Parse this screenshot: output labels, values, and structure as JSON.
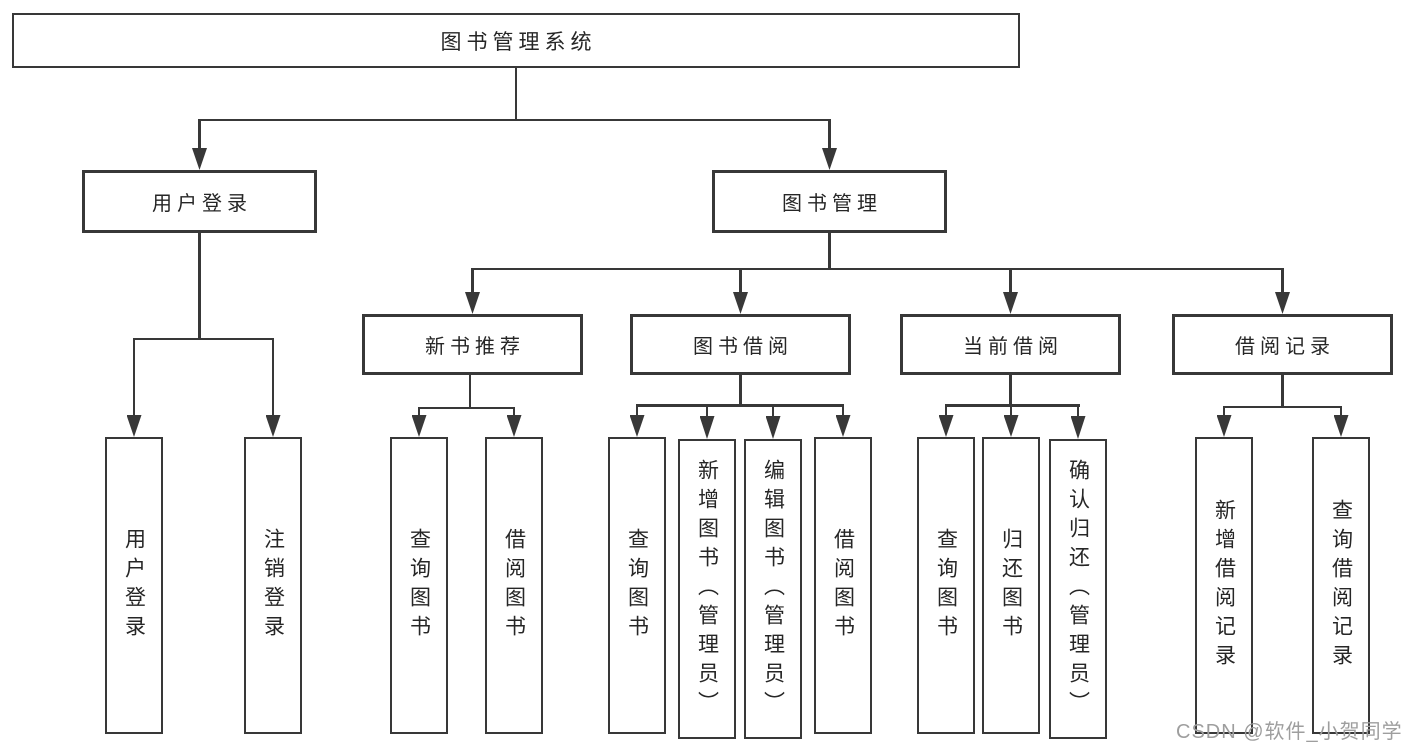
{
  "diagram": {
    "title_node": "图书管理系统",
    "level2": {
      "user_login": "用户登录",
      "book_management": "图书管理"
    },
    "level3": {
      "new_book_recommendation": "新书推荐",
      "book_borrowing": "图书借阅",
      "current_borrowing": "当前借阅",
      "borrowing_records": "借阅记录"
    },
    "leaves": {
      "user_login_login": "用户登录",
      "user_login_logout": "注销登录",
      "newbook_query": "查询图书",
      "newbook_borrow": "借阅图书",
      "borrow_query": "查询图书",
      "borrow_add_admin": "新增图书（管理员）",
      "borrow_edit_admin": "编辑图书（管理员）",
      "borrow_borrow": "借阅图书",
      "current_query": "查询图书",
      "current_return": "归还图书",
      "current_confirm_admin": "确认归还（管理员）",
      "record_add": "新增借阅记录",
      "record_query": "查询借阅记录"
    }
  },
  "watermark": "CSDN @软件_小贺同学",
  "colors": {
    "line": "#383838",
    "text": "#262626",
    "watermark_gray": "#9e9e9e",
    "background": "#ffffff"
  }
}
